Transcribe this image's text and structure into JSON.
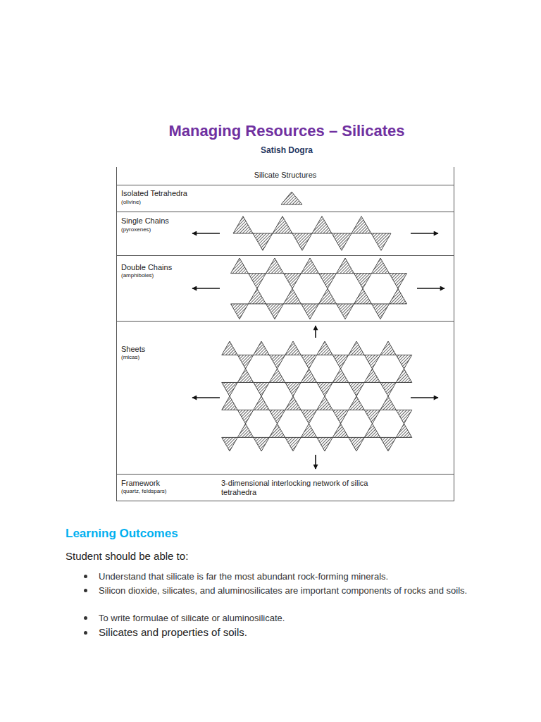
{
  "diagram": {
    "title": "Managing Resources – Silicates",
    "nodes": [
      {
        "text": [
          "Silicate Structures"
        ]
      },
      {
        "text": [
          "Isolated Tetrahedra",
          "(olivine)"
        ],
        "in": 0
      },
      {
        "text": [
          "Single Chains",
          "(pyroxenes)"
        ],
        "in": 0
      },
      {
        "text": [
          "Double Chains",
          "(amphiboles)"
        ],
        "in": 0
      },
      {
        "text": [
          "Sheets",
          "(micas)"
        ],
        "in": 0
      },
      {
        "text": [
          "Framework",
          "(quartz, feldspars)",
          "3-dimensional interlocking network of silica tetrahedra"
        ],
        "in": 0
      }
    ],
    "labels": [
      "Satish Dogra",
      "Learning Outcomes",
      "Student should be able to:",
      "Understand that silicate is far the most abundant rock-forming minerals.",
      "Silicon dioxide, silicates, and aluminosilicates are important components of rocks and soils.",
      "To write formulae of silicate or aluminosilicate.",
      "Silicates and properties of soils."
    ]
  }
}
